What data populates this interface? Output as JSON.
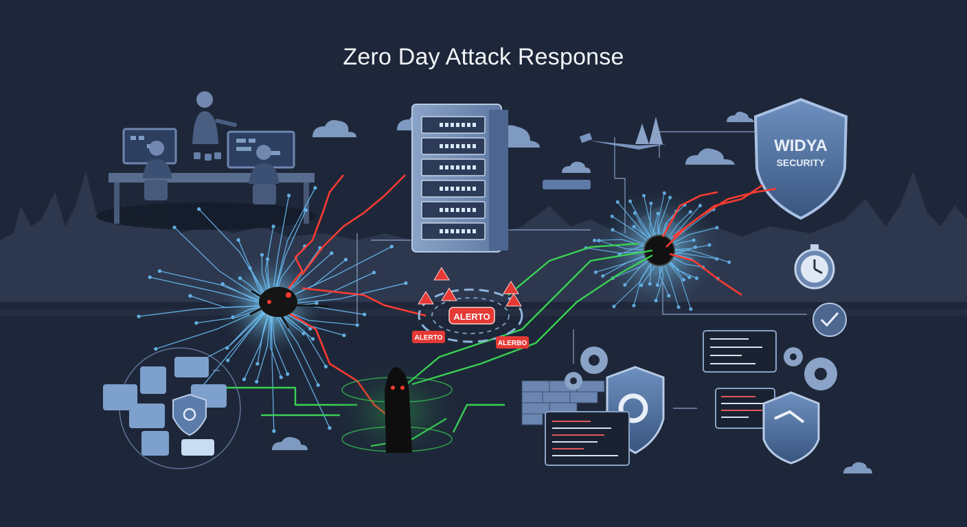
{
  "title": "Zero Day Attack Response",
  "brand": {
    "line1": "WIDYA",
    "line2": "SECURITY"
  },
  "alerts": {
    "center": "ALERTO",
    "left": "ALERTO",
    "right": "ALERBO"
  },
  "icons": [
    "server-rack-icon",
    "shield-icon",
    "stopwatch-icon",
    "gear-icon",
    "bug-icon",
    "firewall-icon",
    "code-window-icon",
    "warning-icon",
    "cloud-icon",
    "drone-icon"
  ],
  "colors": {
    "background": "#1e2739",
    "threat": "#ff3b30",
    "response": "#39d353",
    "network": "#6ec6ff",
    "alert": "#e53935"
  }
}
